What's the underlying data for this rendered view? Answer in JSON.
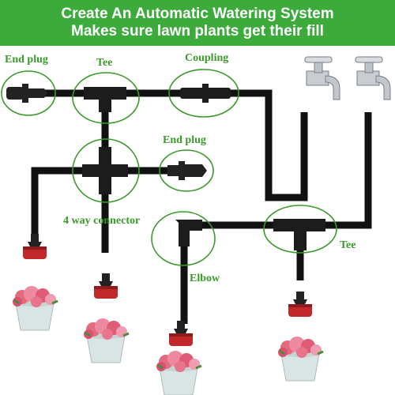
{
  "banner": {
    "line1": "Create An Automatic Watering System",
    "line2": "Makes sure lawn plants get their fill",
    "color": "#3cab3c"
  },
  "labels": {
    "end_plug_1": "End plug",
    "tee_1": "Tee",
    "coupling": "Coupling",
    "end_plug_2": "End plug",
    "four_way": "4 way connector",
    "tee_2": "Tee",
    "elbow": "Elbow"
  },
  "colors": {
    "label": "#3a9a2a",
    "ellipse": "#3a9a2a",
    "tube": "#111111",
    "dripper": "#c0282a",
    "pot": "#d9e4e4",
    "flower": "#e36b7e"
  },
  "icons": [
    "faucet-icon",
    "faucet-icon",
    "dripper-icon",
    "flower-pot-icon"
  ]
}
